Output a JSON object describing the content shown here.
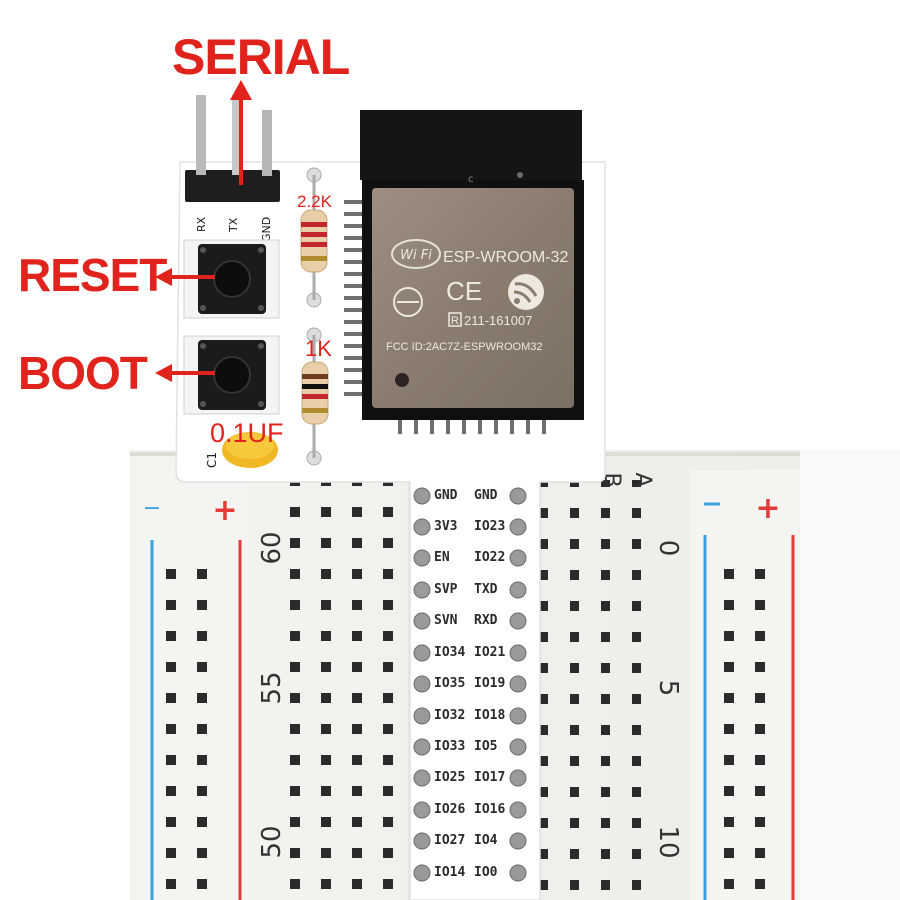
{
  "labels": {
    "serial": "SERIAL",
    "reset": "RESET",
    "boot": "BOOT"
  },
  "components": {
    "r1": "2.2K",
    "r2": "1K",
    "capacitor": "0.1UF",
    "cap_ref": "C1"
  },
  "header_pins": [
    "RX",
    "TX",
    "GND"
  ],
  "module": {
    "title": "ESP-WROOM-32",
    "logo": "Wi Fi",
    "ce": "CE",
    "cert": "211-161007",
    "cert_prefix": "R",
    "fcc": "FCC ID:2AC7Z-ESPWROOM32",
    "shield_mark": "c"
  },
  "pin_labels": [
    {
      "left": "GND",
      "right": "GND"
    },
    {
      "left": "3V3",
      "right": "IO23"
    },
    {
      "left": "EN",
      "right": "IO22"
    },
    {
      "left": "SVP",
      "right": "TXD"
    },
    {
      "left": "SVN",
      "right": "RXD"
    },
    {
      "left": "IO34",
      "right": "IO21"
    },
    {
      "left": "IO35",
      "right": "IO19"
    },
    {
      "left": "IO32",
      "right": "IO18"
    },
    {
      "left": "IO33",
      "right": "IO5"
    },
    {
      "left": "IO25",
      "right": "IO17"
    },
    {
      "left": "IO26",
      "right": "IO16"
    },
    {
      "left": "IO27",
      "right": "IO4"
    },
    {
      "left": "IO14",
      "right": "IO0"
    }
  ],
  "breadboard": {
    "row_numbers_left": [
      "60",
      "55",
      "50"
    ],
    "row_numbers_right": [
      "0",
      "5",
      "10"
    ],
    "column_letters": [
      "B",
      "A"
    ],
    "rail_minus": "−",
    "rail_plus": "+",
    "rail_colors": {
      "minus": "#3aa0e0",
      "plus": "#e33a3a"
    }
  },
  "colors": {
    "label_red": "#e0231c",
    "pcb": "#ffffff",
    "module_shield": "#8d7f72"
  }
}
